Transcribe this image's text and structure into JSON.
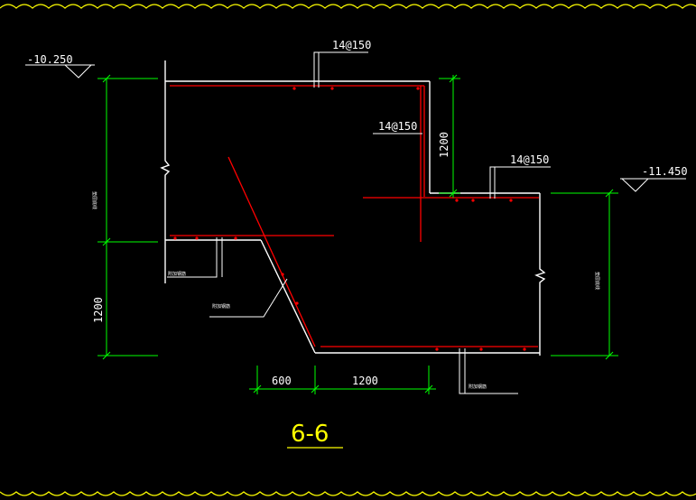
{
  "drawing": {
    "title": "6-6",
    "elevations": {
      "left": "-10.250",
      "right": "-11.450"
    },
    "rebar_labels": {
      "top": "14@150",
      "middle": "14@150",
      "right": "14@150"
    },
    "dimensions": {
      "left_vertical": "1200",
      "step_vertical": "1200",
      "bottom_left": "600",
      "bottom_right": "1200"
    },
    "small_notes": {
      "left_upper": "垫层底线",
      "right_upper": "垫层底线",
      "left_mid": "附加钢筋",
      "left_low": "附加钢筋",
      "bottom": "附加钢筋"
    },
    "colors": {
      "background": "#000000",
      "concrete": "#ffffff",
      "rebar": "#ff0000",
      "dimension": "#00ff00",
      "title": "#ffff00",
      "border": "#ffff00"
    }
  }
}
